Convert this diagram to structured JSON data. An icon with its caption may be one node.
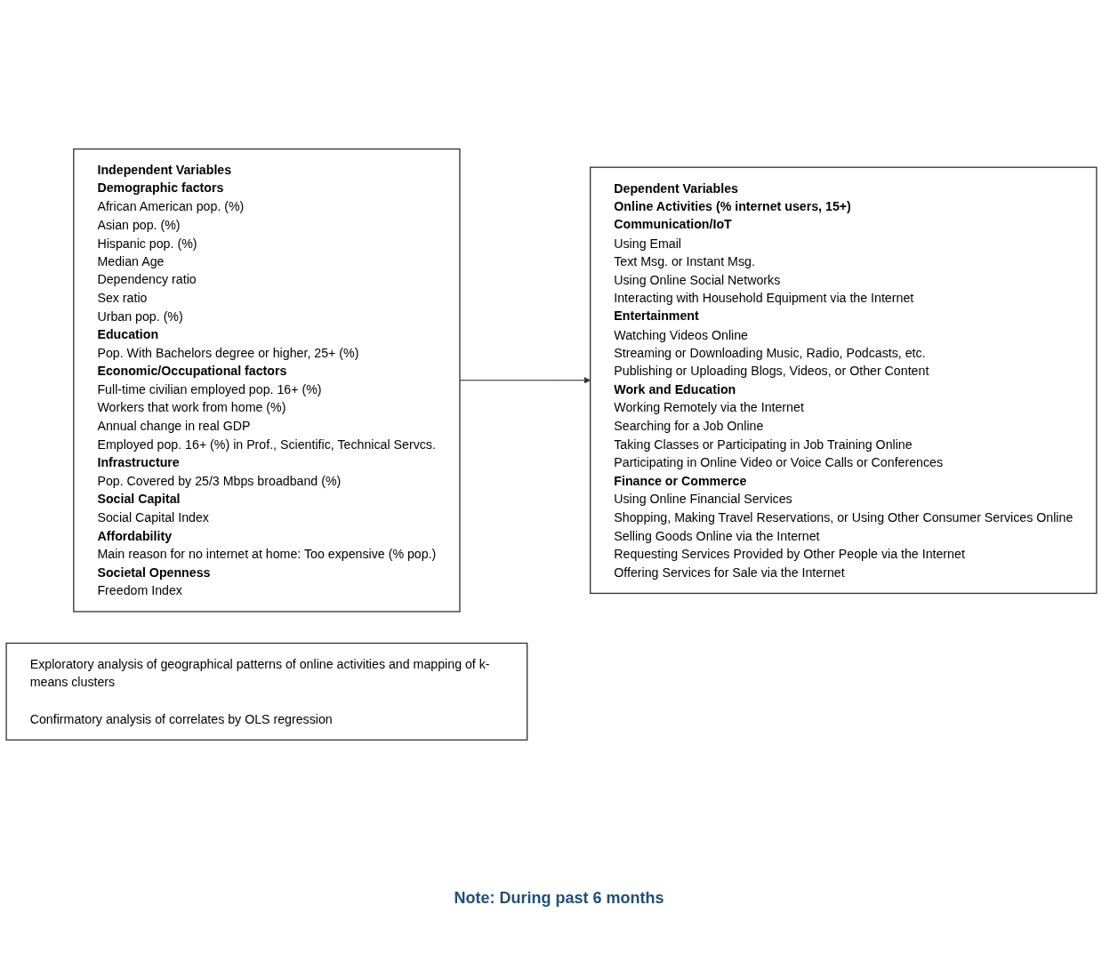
{
  "diagram": {
    "nodes": [
      {
        "text": [
          "Independent Variables",
          "Demographic factors",
          "African American pop. (%)",
          "Asian pop. (%)",
          "Hispanic pop. (%)",
          "Median Age",
          "Dependency ratio",
          "Sex ratio",
          "Urban pop. (%)",
          "Education",
          "Pop. With Bachelors degree or higher, 25+ (%)",
          "Economic/Occupational factors",
          "Full-time civilian employed pop. 16+ (%)",
          "Workers that work from home (%)",
          "Annual change in real GDP",
          "Employed pop. 16+ (%) in Prof., Scientific, Technical Servcs.",
          "Infrastructure",
          "Pop. Covered by 25/3 Mbps broadband (%)",
          "Social Capital",
          "Social Capital Index",
          "Affordability",
          "Main reason for no internet at home: Too expensive (% pop.)",
          "Societal Openness",
          "Freedom Index"
        ]
      },
      {
        "text": [
          "Dependent Variables",
          "Online Activities (% internet users, 15+)",
          "Communication/IoT",
          "Using Email",
          "Text Msg. or Instant Msg.",
          "Using Online Social Networks",
          "Interacting with Household Equipment via the Internet",
          "Entertainment",
          "Watching Videos Online",
          "Streaming or Downloading Music, Radio, Podcasts, etc.",
          "Publishing or Uploading Blogs, Videos, or Other Content",
          "Work and Education",
          "Working Remotely via the Internet",
          "Searching for a Job Online",
          "Taking Classes or Participating in Job Training Online",
          "Participating in Online Video or Voice Calls or Conferences",
          "Finance or Commerce",
          "Using Online Financial Services",
          "Shopping, Making Travel Reservations, or Using Other Consumer Services Online",
          "Selling Goods Online via the Internet",
          "Requesting Services Provided by Other People via the Internet",
          "Offering Services for Sale via the Internet"
        ]
      },
      {
        "text": [
          "Exploratory analysis of geographical patterns of online activities and mapping of k-means clusters",
          "Confirmatory analysis of correlates by OLS regression"
        ]
      }
    ],
    "edges": [
      {
        "from": 0,
        "to": 1,
        "arrow": "to"
      }
    ],
    "labels": [
      "Note: During past 6 months"
    ]
  }
}
